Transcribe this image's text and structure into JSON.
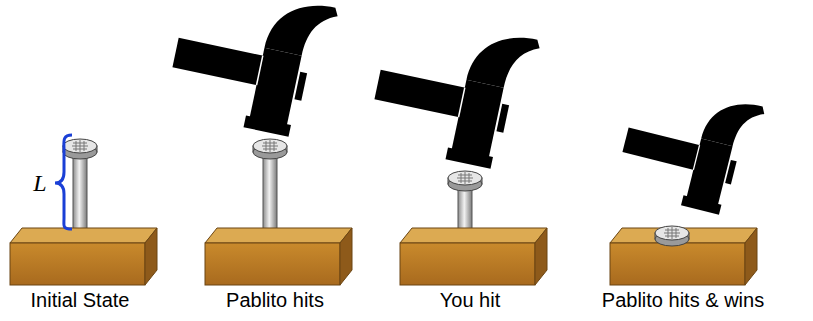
{
  "diagram": {
    "labels": [
      "L",
      "Initial State",
      "Pablito hits",
      "You hit",
      "Pablito hits & wins"
    ]
  }
}
